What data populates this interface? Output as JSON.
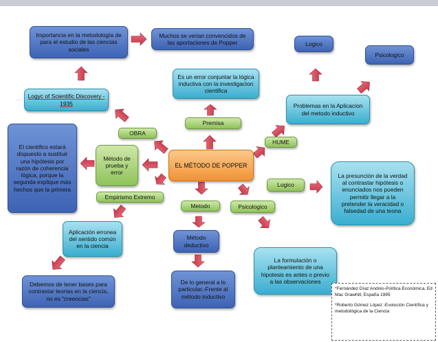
{
  "nodes": {
    "center": "EL MÉTODO DE POPPER",
    "importancia": "Importancia en la metodología de para el estudio de las ciencias sociales",
    "muchos": "Muchos se verian convencidos de las aportaciones de Popper",
    "logyc": "Logyc of Scientific Discovery - 1935",
    "error_conjuntar": "Es un error conjuntar la lógica inductiva con la investigacion cientifica",
    "logico_top": "Logico",
    "psicologico_top": "Psicologico",
    "problemas": "Problemas en la Aplicacion del metodo inductivo",
    "cientifico": "El cientifico estará dispuesto a sustituir una hipótesis por razón de coherencia lógica, porque la segunda explique más hechos que la primera",
    "obra": "OBRA",
    "premisa": "Premisa",
    "hume": "HUME",
    "metodo_prueba": "Método de prueba y error",
    "empirismo": "Empirismo Extremo",
    "metodo": "Metodo",
    "psicologico_mid": "Psicologico",
    "logico_mid": "Logico",
    "presuncion": "La presunción de la verdad al contrastar hipótesis o enunciados nos pueden permitir llegar a la pretender la veracidad o falsedad de una teona",
    "aplicacion": "Aplicación erronea del sentido común en la ciencia",
    "metodo_deductivo": "Método deductivo",
    "debemos": "Debemos de tener bases para contrastar teorias en la ciencia, no es \"creencias\"",
    "general": "De lo general a lo particular.-Frente al método inductivo",
    "formulacion": "La formulación o planteamiento de una hipotesis es antes o previo a las observaciones"
  },
  "references": {
    "ref1": "*Fernández Díaz Andrés-Política Económica, Ed Mac Grawhill, España 1995",
    "ref2": "*Roberto Gómez López -Evolución Científica y metodológica de la Ciencia"
  },
  "colors": {
    "dark_box": "#4a6fbf",
    "cyan_box": "#5bbcd9",
    "green_box": "#a6cf74",
    "orange_box": "#f5a04a",
    "arrow": "#d9495a"
  }
}
